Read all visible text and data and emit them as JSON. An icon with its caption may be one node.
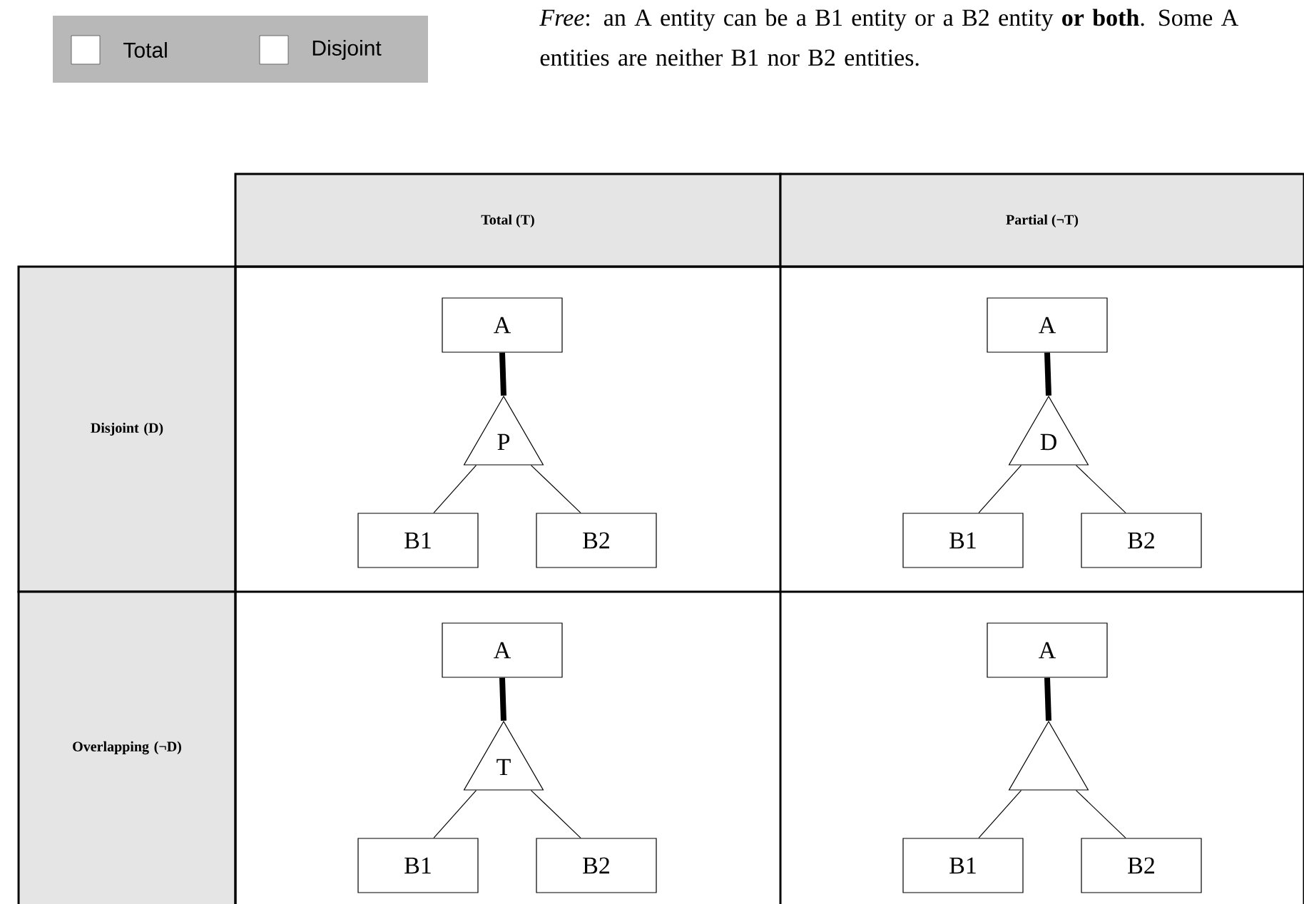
{
  "diagram": {
    "nodes": [
      {
        "text": [
          "A"
        ]
      },
      {
        "text": [
          "P"
        ]
      },
      {
        "text": [
          "B1"
        ]
      },
      {
        "text": [
          "B2"
        ]
      },
      {
        "text": [
          "A"
        ]
      },
      {
        "text": [
          "D"
        ]
      },
      {
        "text": [
          "B1"
        ]
      },
      {
        "text": [
          "B2"
        ]
      },
      {
        "text": [
          "A"
        ]
      },
      {
        "text": [
          "T"
        ]
      },
      {
        "text": [
          "B1"
        ]
      },
      {
        "text": [
          "B2"
        ]
      },
      {
        "text": [
          "A"
        ]
      },
      {
        "text": [],
        "shape": "triangle"
      },
      {
        "text": [
          "B1"
        ]
      },
      {
        "text": [
          "B2"
        ]
      }
    ],
    "edges": [
      {
        "from": 0,
        "to": 1,
        "arrow": "none",
        "style": "thick"
      },
      {
        "from": 1,
        "to": 2,
        "arrow": "none"
      },
      {
        "from": 1,
        "to": 3,
        "arrow": "none"
      },
      {
        "from": 4,
        "to": 5,
        "arrow": "none",
        "style": "thick"
      },
      {
        "from": 5,
        "to": 6,
        "arrow": "none"
      },
      {
        "from": 5,
        "to": 7,
        "arrow": "none"
      },
      {
        "from": 8,
        "to": 9,
        "arrow": "none",
        "style": "thick"
      },
      {
        "from": 9,
        "to": 10,
        "arrow": "none"
      },
      {
        "from": 9,
        "to": 11,
        "arrow": "none"
      },
      {
        "from": 12,
        "to": 13,
        "arrow": "none",
        "style": "thick"
      },
      {
        "from": 13,
        "to": 14,
        "arrow": "none"
      },
      {
        "from": 13,
        "to": 15,
        "arrow": "none"
      }
    ],
    "labels": [
      "Total",
      "Disjoint",
      "*Free*: an A entity can be a B1 entity or a B2 entity **or both**.  Some A entities are neither B1 nor B2 entities.",
      "Total (T)",
      "Partial (¬T)",
      "Disjoint (D)",
      "Overlapping (¬D)"
    ]
  }
}
